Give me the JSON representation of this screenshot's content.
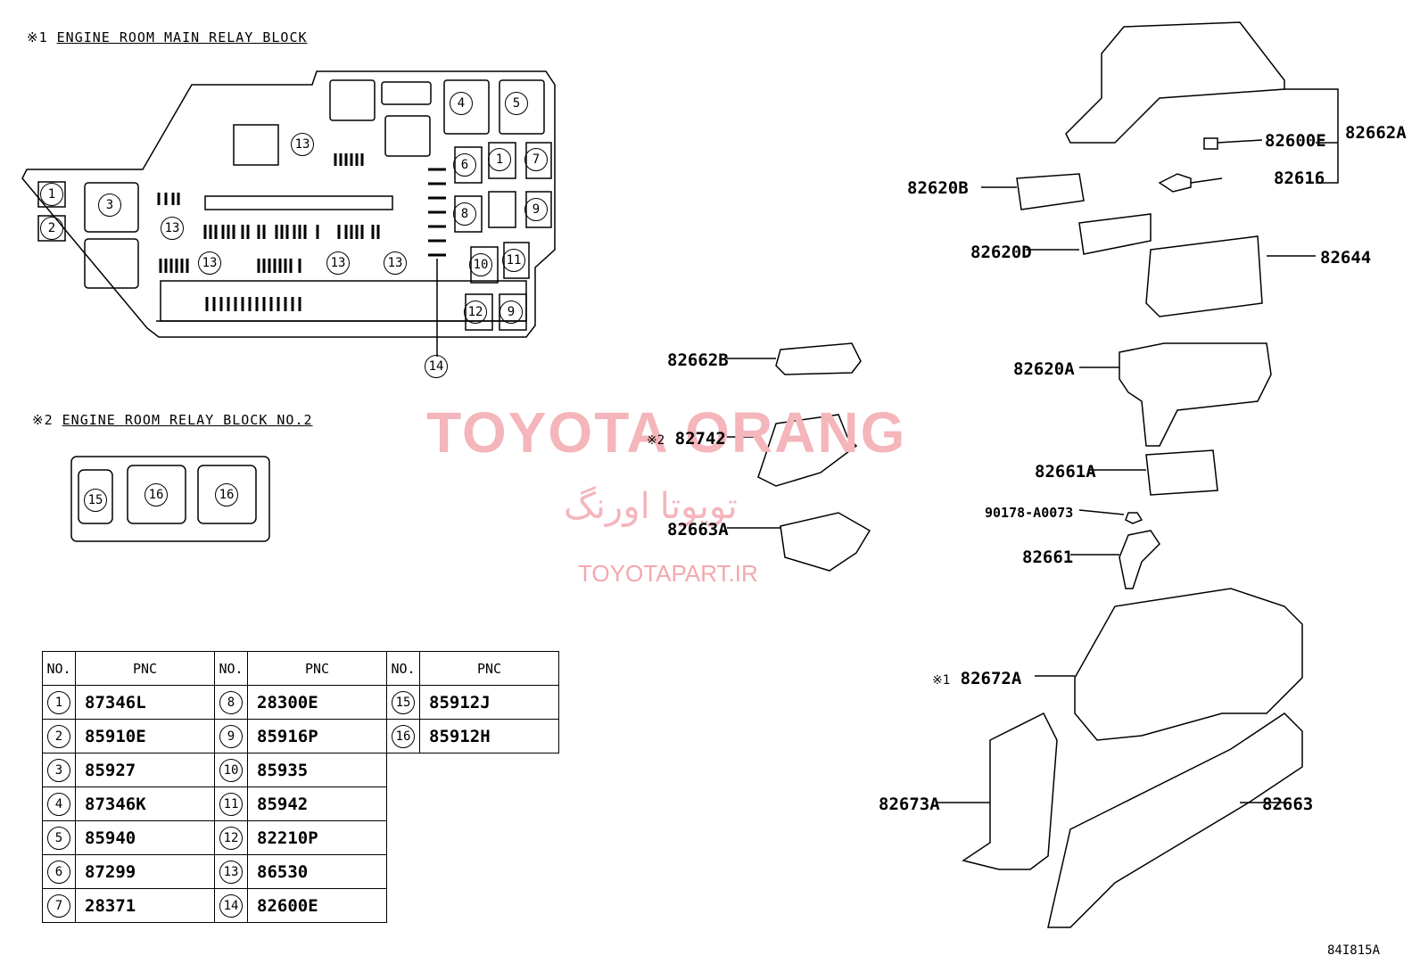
{
  "diagram_code": "84I815A",
  "watermark": {
    "title": "TOYOTA ORANG",
    "persian": "تویوتا اورنگ",
    "url": "TOYOTAPART.IR"
  },
  "section1": {
    "mark": "※1",
    "title": "ENGINE ROOM MAIN RELAY BLOCK"
  },
  "section2": {
    "mark": "※2",
    "title": "ENGINE ROOM RELAY BLOCK NO.2"
  },
  "relay_nums": {
    "n1": "1",
    "n2": "2",
    "n3": "3",
    "n4": "4",
    "n5": "5",
    "n6": "6",
    "n7": "7",
    "n8": "8",
    "n9": "9",
    "n10": "10",
    "n11": "11",
    "n12": "12",
    "n13": "13",
    "n14": "14",
    "n15": "15",
    "n16": "16"
  },
  "table": {
    "header_no": "NO.",
    "header_pnc": "PNC",
    "col1": [
      {
        "no": "1",
        "pnc": "87346L"
      },
      {
        "no": "2",
        "pnc": "85910E"
      },
      {
        "no": "3",
        "pnc": "85927"
      },
      {
        "no": "4",
        "pnc": "87346K"
      },
      {
        "no": "5",
        "pnc": "85940"
      },
      {
        "no": "6",
        "pnc": "87299"
      },
      {
        "no": "7",
        "pnc": "28371"
      }
    ],
    "col2": [
      {
        "no": "8",
        "pnc": "28300E"
      },
      {
        "no": "9",
        "pnc": "85916P"
      },
      {
        "no": "10",
        "pnc": "85935"
      },
      {
        "no": "11",
        "pnc": "85942"
      },
      {
        "no": "12",
        "pnc": "82210P"
      },
      {
        "no": "13",
        "pnc": "86530"
      },
      {
        "no": "14",
        "pnc": "82600E"
      }
    ],
    "col3": [
      {
        "no": "15",
        "pnc": "85912J"
      },
      {
        "no": "16",
        "pnc": "85912H"
      }
    ]
  },
  "parts": {
    "p82662A": "82662A",
    "p82600E": "82600E",
    "p82616": "82616",
    "p82620B": "82620B",
    "p82620D": "82620D",
    "p82644": "82644",
    "p82662B": "82662B",
    "p82620A": "82620A",
    "p82742": "82742",
    "mark2": "※2",
    "p82661A": "82661A",
    "p90178": "90178-A0073",
    "p82663A": "82663A",
    "p82661": "82661",
    "p82672A": "82672A",
    "mark1": "※1",
    "p82673A": "82673A",
    "p82663": "82663"
  }
}
